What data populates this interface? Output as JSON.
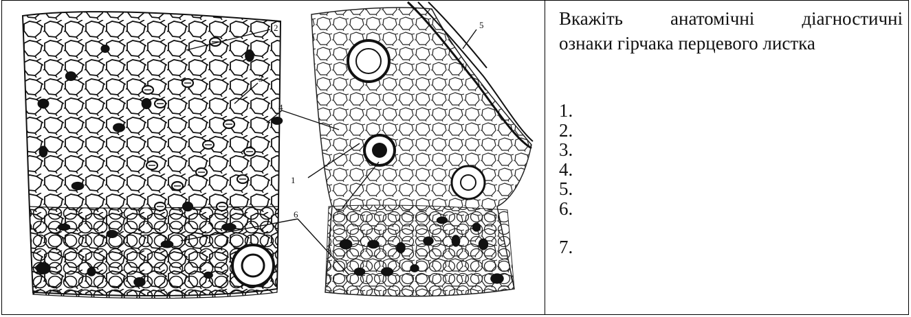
{
  "question": {
    "line1_words": [
      "Вкажіть",
      "анатомічні",
      "діагностичні"
    ],
    "line2": "ознаки гірчака перцевого листка"
  },
  "answers": [
    "1.",
    "2.",
    "3.",
    "4.",
    "5.",
    "6.",
    "7."
  ],
  "figure_labels": {
    "l1": "1",
    "l2": "2",
    "l3": "3",
    "l4": "4",
    "l5": "5",
    "l6": "6",
    "l7": "7"
  }
}
